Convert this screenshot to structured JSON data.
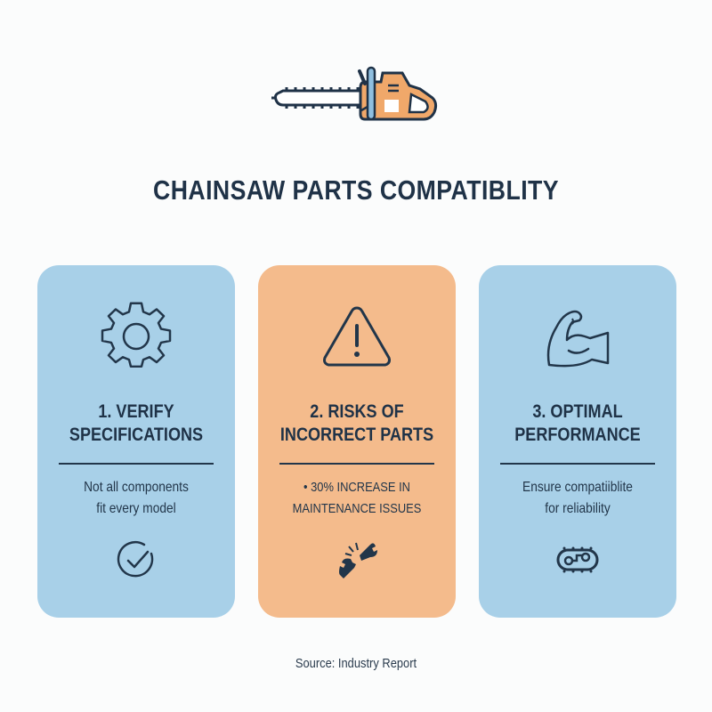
{
  "header": {
    "icon": "chainsaw-icon",
    "title": "CHAINSAW PARTS COMPATIBLITY"
  },
  "cards": [
    {
      "color": "#a8d0e8",
      "icon": "gear-icon",
      "heading_line1": "1. VERIFY",
      "heading_line2": "SPECIFICATIONS",
      "desc_line1": "Not all components",
      "desc_line2": "fit every model",
      "bottom_icon": "check-circle-icon"
    },
    {
      "color": "#f4bb8c",
      "icon": "warning-triangle-icon",
      "heading_line1": "2. RISKS OF",
      "heading_line2": "INCORRECT PARTS",
      "desc_line1": "• 30% INCREASE IN",
      "desc_line2": "MAINTENANCE ISSUES",
      "bottom_icon": "broken-wrench-icon"
    },
    {
      "color": "#a8d0e8",
      "icon": "flexed-arm-icon",
      "heading_line1": "3. OPTIMAL",
      "heading_line2": "PERFORMANCE",
      "desc_line1": "Ensure compatiiblite",
      "desc_line2": "for reliability",
      "bottom_icon": "chain-link-icon"
    }
  ],
  "footer": {
    "source": "Source: Industry Report"
  },
  "colors": {
    "text": "#1f3247",
    "blue_card": "#a8d0e8",
    "orange_card": "#f4bb8c",
    "accent_orange": "#f0a86a"
  }
}
